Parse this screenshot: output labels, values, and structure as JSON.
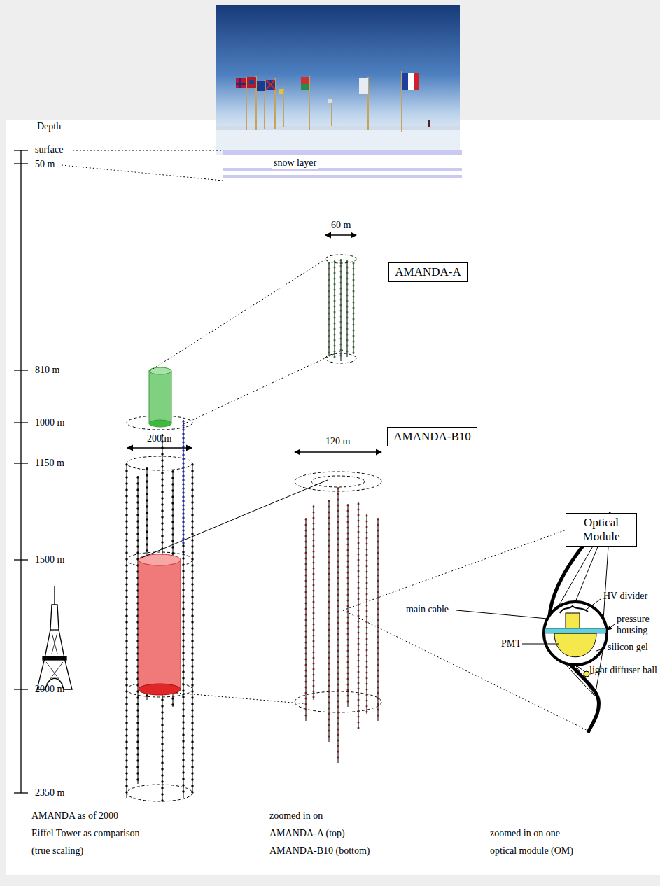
{
  "diagram": {
    "nodes": [
      {
        "text": [
          "AMANDA-A"
        ]
      },
      {
        "text": [
          "AMANDA-B10"
        ]
      },
      {
        "text": [
          "Optical Module"
        ]
      }
    ],
    "labels": [
      "Depth",
      "surface",
      "50 m",
      "810 m",
      "1000 m",
      "1150 m",
      "1500 m",
      "2000 m",
      "2350 m",
      "snow layer",
      "60 m",
      "200 m",
      "120 m",
      "main cable",
      "HV divider",
      "pressure housing",
      "PMT",
      "silicon gel",
      "light diffuser ball",
      "AMANDA as of 2000",
      "Eiffel Tower as comparison",
      "(true scaling)",
      "zoomed in on",
      "AMANDA-A (top)",
      "AMANDA-B10 (bottom)",
      "zoomed in on one",
      "optical module (OM)"
    ]
  }
}
